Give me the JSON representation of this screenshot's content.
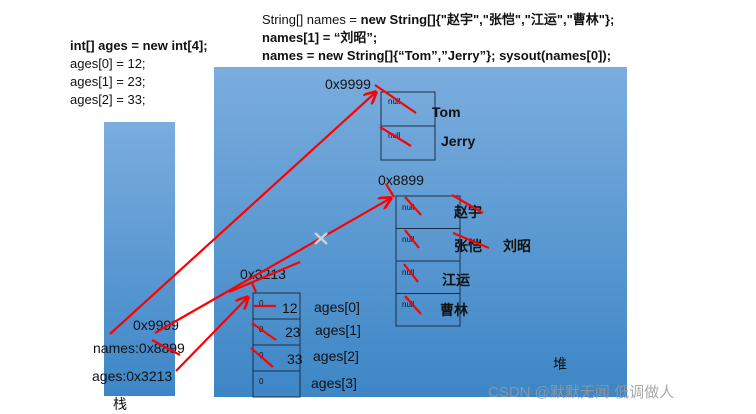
{
  "code_left": {
    "line1": "int[] ages = new int[4];",
    "line2": "ages[0] = 12;",
    "line3": "ages[1] = 23;",
    "line4": "ages[2] = 33;"
  },
  "code_top": {
    "line1_a": "String[] names = ",
    "line1_b": "new String[]{\"赵宇\",\"张恺\",\"江运\",\"曹林\"};",
    "line2": "names[1] = “刘昭”;",
    "line3": "names = new String[]{“Tom”,”Jerry”}; sysout(names[0]);"
  },
  "stack": {
    "label": "栈",
    "var1": "0x9999",
    "var2": "names:0x8899",
    "var3": "ages:0x3213"
  },
  "heap": {
    "label": "堆",
    "tom_array": {
      "address": "0x9999",
      "defaults": [
        "null",
        "null"
      ],
      "values": [
        "Tom",
        "Jerry"
      ]
    },
    "names_array": {
      "address": "0x8899",
      "defaults": [
        "null",
        "null",
        "null",
        "null"
      ],
      "values": [
        "赵宇",
        "张恺",
        "江运",
        "曹林"
      ],
      "reassigned": "刘昭"
    },
    "ages_array": {
      "address": "0x3213",
      "defaults": [
        "0",
        "0",
        "0",
        "0"
      ],
      "values": [
        "12",
        "23",
        "33"
      ],
      "labels": [
        "ages[0]",
        "ages[1]",
        "ages[2]",
        "ages[3]"
      ]
    }
  },
  "watermark": "CSDN @默默无闻 低调做人",
  "colors": {
    "arrow": "#ff0000",
    "heap_top": "#7badde",
    "heap_bottom": "#3d86c6"
  }
}
